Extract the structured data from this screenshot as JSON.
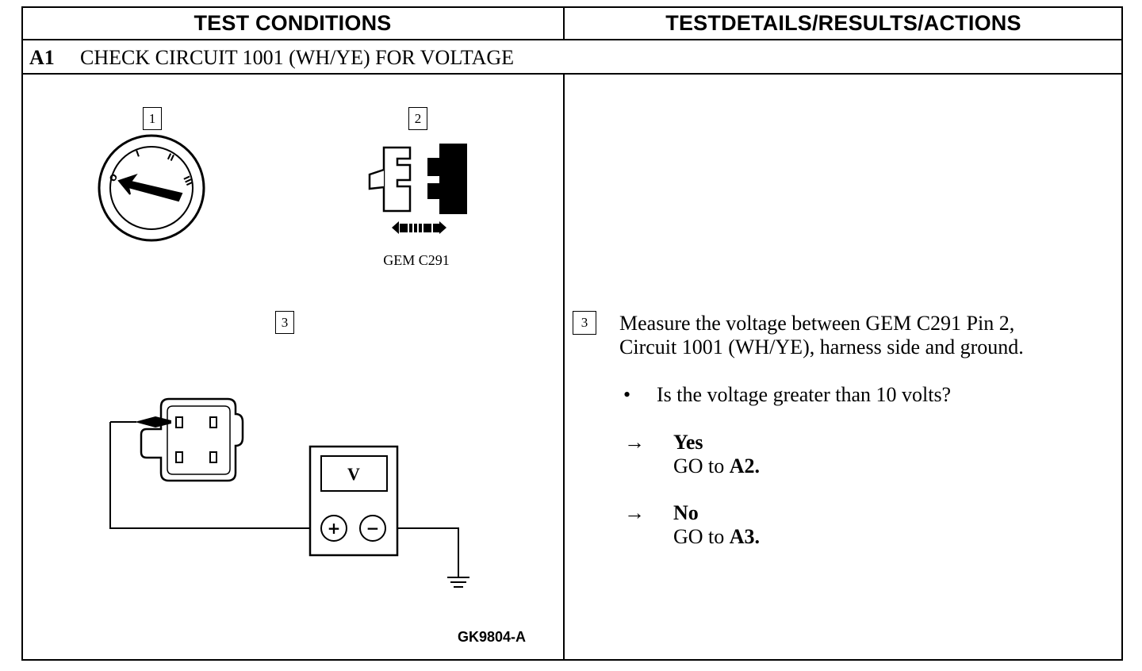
{
  "header": {
    "left": "TEST CONDITIONS",
    "right": "TESTDETAILS/RESULTS/ACTIONS"
  },
  "step": {
    "id": "A1",
    "title": "CHECK CIRCUIT 1001 (WH/YE) FOR VOLTAGE"
  },
  "figure": {
    "callouts": [
      "1",
      "2",
      "3"
    ],
    "switch_positions": [
      "O",
      "I",
      "II",
      "III"
    ],
    "connector_label": "GEM C291",
    "meter_label": "V",
    "plus_symbol": "+",
    "minus_symbol": "−",
    "figure_code": "GK9804-A"
  },
  "details": {
    "callout": "3",
    "instruction_line1": "Measure the voltage between GEM C291 Pin 2,",
    "instruction_line2": "Circuit 1001 (WH/YE), harness side and ground.",
    "bullet": "•",
    "question": "Is the voltage greater than 10 volts?",
    "arrow": "→",
    "yes_label": "Yes",
    "yes_action_prefix": "GO to",
    "yes_action_target": "A2.",
    "no_label": "No",
    "no_action_prefix": "GO to",
    "no_action_target": "A3."
  }
}
